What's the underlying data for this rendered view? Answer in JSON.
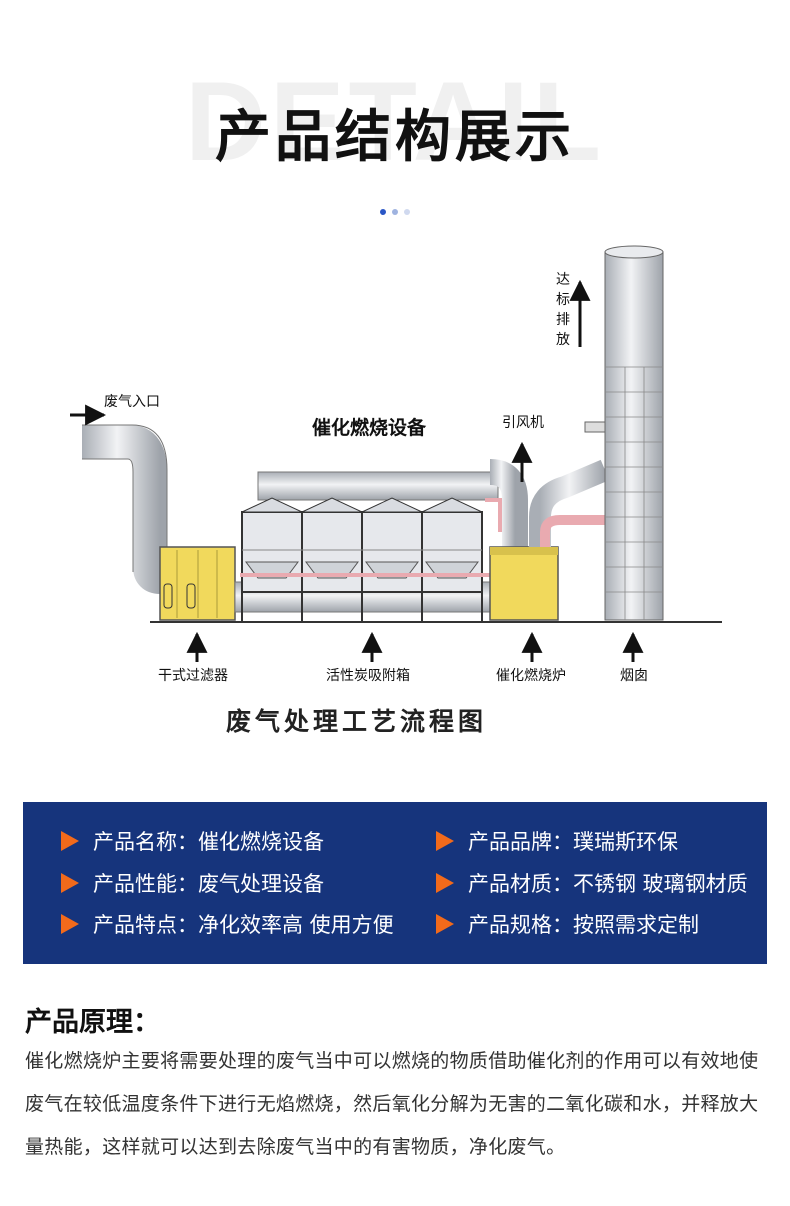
{
  "header": {
    "bg_word": "DETAIL",
    "title": "产品结构展示",
    "dot_colors": [
      "#2a56c6",
      "#9fb3e0",
      "#d0d9ef"
    ]
  },
  "diagram": {
    "caption": "废气处理工艺流程图",
    "labels": {
      "inlet": "废气入口",
      "equipment": "催化燃烧设备",
      "fan": "引风机",
      "emission": [
        "达",
        "标",
        "排",
        "放"
      ],
      "filter": "干式过滤器",
      "carbon_box": "活性炭吸附箱",
      "furnace": "催化燃烧炉",
      "chimney": "烟囱"
    }
  },
  "specs": {
    "items": [
      {
        "label": "产品名称：",
        "value": "催化燃烧设备"
      },
      {
        "label": "产品品牌：",
        "value": "璞瑞斯环保"
      },
      {
        "label": "产品性能：",
        "value": "废气处理设备"
      },
      {
        "label": "产品材质：",
        "value": "不锈钢 玻璃钢材质"
      },
      {
        "label": "产品特点：",
        "value": "净化效率高 使用方便"
      },
      {
        "label": "产品规格：",
        "value": "按照需求定制"
      }
    ]
  },
  "principle": {
    "title": "产品原理：",
    "body": "催化燃烧炉主要将需要处理的废气当中可以燃烧的物质借助催化剂的作用可以有效地使废气在较低温度条件下进行无焰燃烧，然后氧化分解为无害的二氧化碳和水，并释放大量热能，这样就可以达到去除废气当中的有害物质，净化废气。"
  },
  "colors": {
    "panel": "#16347c",
    "bullet": "#f26a1b",
    "yellow": "#f1d95c",
    "duct": "#cfd3d8",
    "pipe_red": "#e9aab0"
  }
}
